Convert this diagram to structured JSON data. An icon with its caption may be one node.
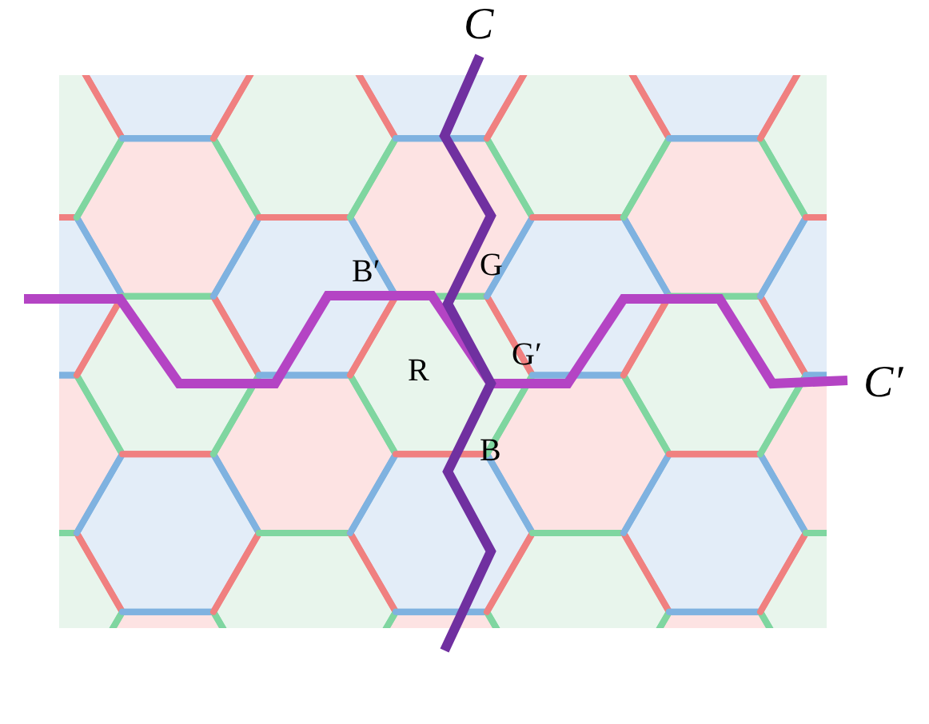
{
  "diagram": {
    "labels": [
      "C",
      "B′",
      "G",
      "R",
      "G′",
      "C′",
      "B"
    ]
  }
}
